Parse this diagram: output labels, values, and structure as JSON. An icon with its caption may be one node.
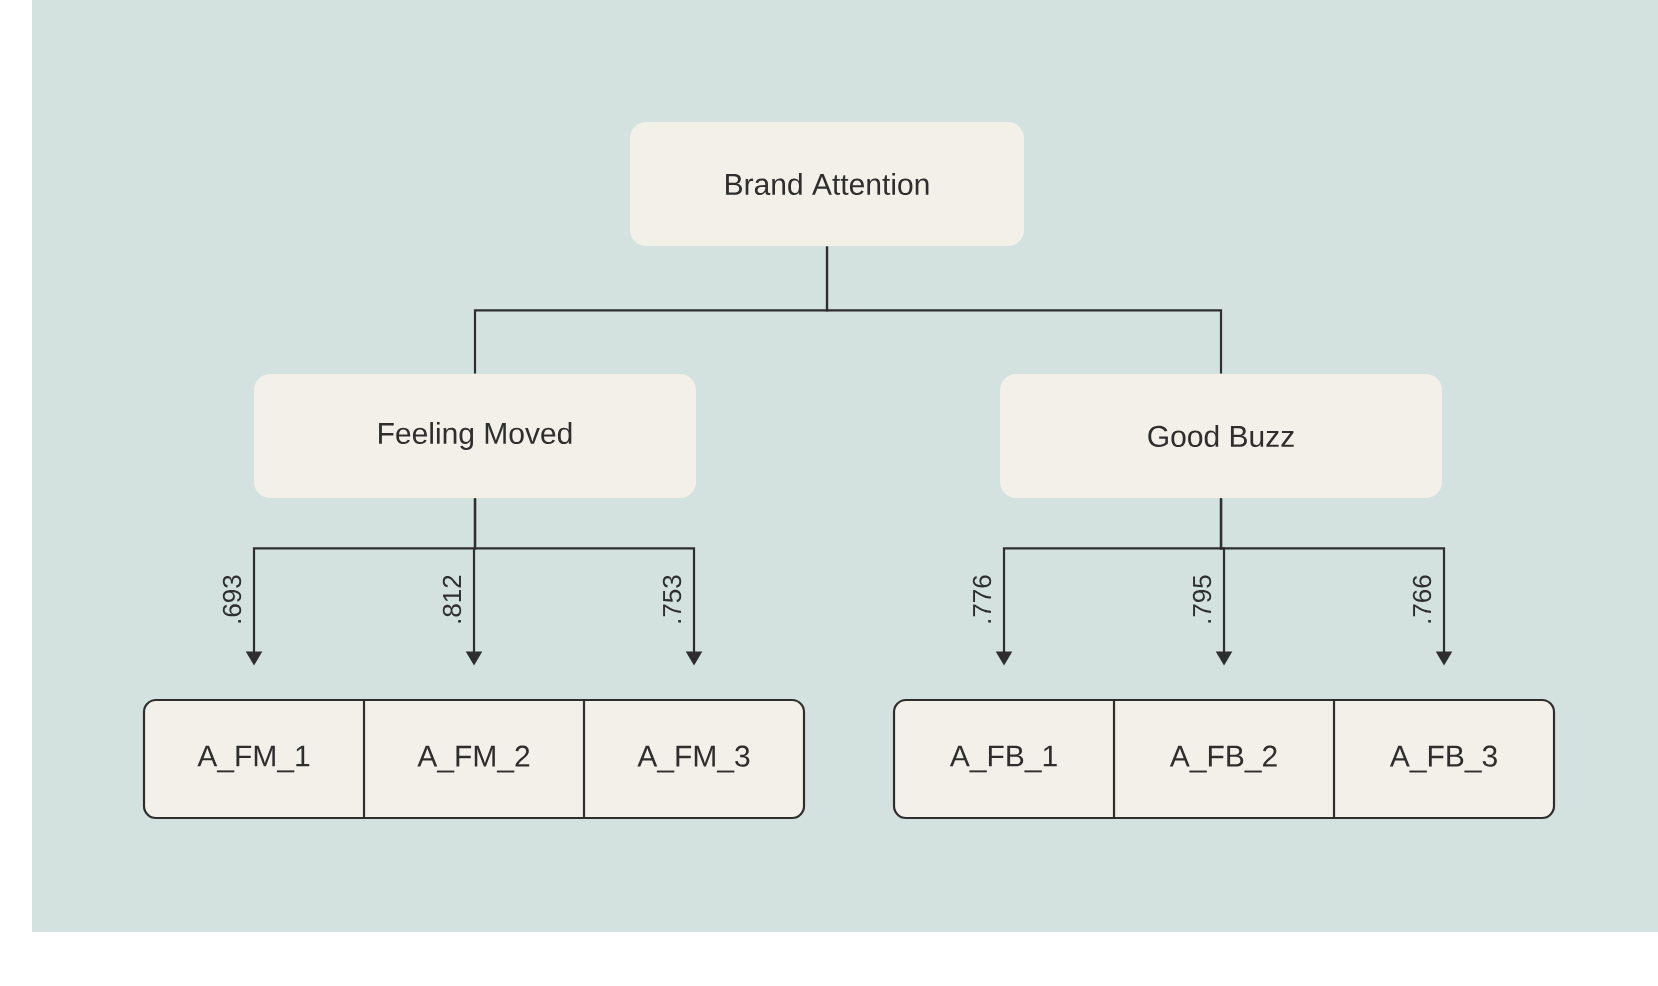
{
  "diagram": {
    "nodes": [
      {
        "text": [
          "Brand Attention"
        ]
      },
      {
        "text": [
          "Feeling Moved"
        ]
      },
      {
        "text": [
          "Good Buzz"
        ]
      },
      {
        "text": [
          "A_FM_1"
        ]
      },
      {
        "text": [
          "A_FM_2"
        ]
      },
      {
        "text": [
          "A_FM_3"
        ]
      },
      {
        "text": [
          "A_FB_1"
        ]
      },
      {
        "text": [
          "A_FB_2"
        ]
      },
      {
        "text": [
          "A_FB_3"
        ]
      }
    ],
    "edges": [
      {
        "from": 0,
        "to": 1,
        "arrow": "none"
      },
      {
        "from": 0,
        "to": 2,
        "arrow": "none"
      },
      {
        "from": 1,
        "to": 3,
        "arrow": "to",
        "label": ".693"
      },
      {
        "from": 1,
        "to": 4,
        "arrow": "to",
        "label": ".812"
      },
      {
        "from": 1,
        "to": 5,
        "arrow": "to",
        "label": ".753"
      },
      {
        "from": 2,
        "to": 6,
        "arrow": "to",
        "label": ".776"
      },
      {
        "from": 2,
        "to": 7,
        "arrow": "to",
        "label": ".795"
      },
      {
        "from": 2,
        "to": 8,
        "arrow": "to",
        "label": ".766"
      }
    ]
  }
}
